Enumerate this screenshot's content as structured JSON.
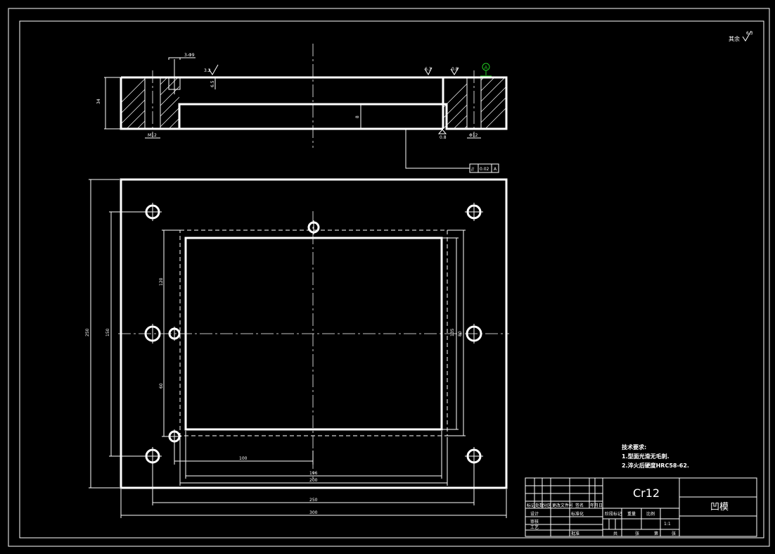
{
  "corner_roughness": "其余",
  "corner_roughness_value": "6.3",
  "section_view": {
    "roughness_values": [
      "3.2",
      "6.3",
      "0.8",
      "0.8"
    ],
    "counterbore_label": "3-Φ9",
    "depth_label": "6.5",
    "height_label": "34",
    "inner_depth_label": "8",
    "hole_label_left": "M12",
    "hole_label_right": "Φ12",
    "datum_letter": "A",
    "tolerance": {
      "symbol": "//",
      "value": "0.02",
      "datum": "A"
    }
  },
  "plan_view": {
    "dim_outer_height": "250",
    "dim_bolt_height": "150",
    "dim_inner_height": "120",
    "dim_lower": "60",
    "dim_right_1": "135",
    "dim_right_2": "80",
    "dim_x_100": "100",
    "dim_x_196": "196",
    "dim_x_200": "200",
    "dim_x_250": "250",
    "dim_x_300": "300"
  },
  "tech_requirements": {
    "title": "技术要求:",
    "items": [
      "1.型面光滑无毛刺.",
      "2.淬火后硬度HRC58-62."
    ]
  },
  "title_block": {
    "material": "Cr12",
    "part_name": "凹模",
    "scale": "1:1",
    "labels": [
      "标记",
      "处数",
      "分区",
      "更改文件号",
      "签名",
      "年月日",
      "设计",
      "标准化",
      "审核",
      "工艺",
      "批准",
      "阶段标记",
      "重量",
      "比例",
      "共",
      "张",
      "第",
      "张"
    ]
  }
}
